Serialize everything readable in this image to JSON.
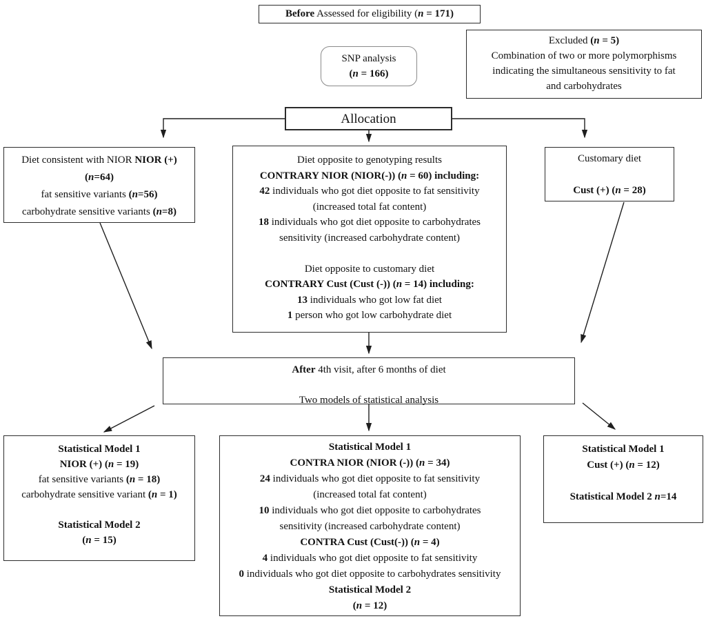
{
  "diagram": {
    "title": "Study flow diagram",
    "colors": {
      "border": "#2b2b2b",
      "snp_border": "#8a8a8a",
      "background": "#ffffff",
      "text": "#111111",
      "arrow": "#1f1f1f"
    },
    "boxes": {
      "before": {
        "lines": [
          [
            {
              "t": "Before",
              "b": 1
            },
            {
              "t": " Assessed for eligibility  ("
            },
            {
              "t": "n",
              "b": 1,
              "i": 1
            },
            {
              "t": " = 171)",
              "b": 1
            }
          ]
        ]
      },
      "snp": {
        "lines": [
          [
            {
              "t": "SNP analysis"
            }
          ],
          [
            {
              "t": "(",
              "b": 1
            },
            {
              "t": "n",
              "b": 1,
              "i": 1
            },
            {
              "t": " = 166)",
              "b": 1
            }
          ]
        ]
      },
      "excluded": {
        "lines": [
          [
            {
              "t": "Excluded "
            },
            {
              "t": "(",
              "b": 1
            },
            {
              "t": "n",
              "b": 1,
              "i": 1
            },
            {
              "t": " = 5)",
              "b": 1
            }
          ],
          [
            {
              "t": "Combination of two or more polymorphisms"
            }
          ],
          [
            {
              "t": "indicating the simultaneous sensitivity to fat"
            }
          ],
          [
            {
              "t": "and carbohydrates"
            }
          ]
        ]
      },
      "allocation": {
        "lines": [
          [
            {
              "t": "Allocation"
            }
          ]
        ]
      },
      "nior": {
        "lines": [
          [
            {
              "t": "Diet consistent with NIOR "
            },
            {
              "t": "NIOR (+)",
              "b": 1
            }
          ],
          [
            {
              "t": "(",
              "b": 1
            },
            {
              "t": "n",
              "b": 1,
              "i": 1
            },
            {
              "t": "=64)",
              "b": 1
            }
          ],
          [
            {
              "t": "fat sensitive variants  "
            },
            {
              "t": "(",
              "b": 1
            },
            {
              "t": "n",
              "b": 1,
              "i": 1
            },
            {
              "t": "=56)",
              "b": 1
            }
          ],
          [
            {
              "t": "carbohydrate sensitive variants  "
            },
            {
              "t": "(",
              "b": 1
            },
            {
              "t": "n",
              "b": 1,
              "i": 1
            },
            {
              "t": "=8)",
              "b": 1
            }
          ]
        ]
      },
      "contrary": {
        "lines": [
          [
            {
              "t": "Diet opposite to genotyping results"
            }
          ],
          [
            {
              "t": "CONTRARY NIOR (NIOR(-))  (",
              "b": 1
            },
            {
              "t": "n",
              "b": 1,
              "i": 1
            },
            {
              "t": " = 60) including:",
              "b": 1
            }
          ],
          [
            {
              "t": "42",
              "b": 1
            },
            {
              "t": " individuals who got diet opposite to fat sensitivity"
            }
          ],
          [
            {
              "t": "(increased total fat content)"
            }
          ],
          [
            {
              "t": "18",
              "b": 1
            },
            {
              "t": " individuals who got diet opposite to carbohydrates"
            }
          ],
          [
            {
              "t": "sensitivity (increased carbohydrate content)"
            }
          ],
          [],
          [
            {
              "t": "Diet opposite to customary diet"
            }
          ],
          [
            {
              "t": "CONTRARY Cust (Cust (-)) (",
              "b": 1
            },
            {
              "t": "n",
              "b": 1,
              "i": 1
            },
            {
              "t": " = 14) including:",
              "b": 1
            }
          ],
          [
            {
              "t": "13",
              "b": 1
            },
            {
              "t": " individuals who got low fat diet"
            }
          ],
          [
            {
              "t": "1",
              "b": 1
            },
            {
              "t": " person  who got low carbohydrate diet"
            }
          ]
        ]
      },
      "customary": {
        "lines": [
          [
            {
              "t": "Customary diet"
            }
          ],
          [],
          [
            {
              "t": "Cust (+)  (",
              "b": 1
            },
            {
              "t": "n",
              "b": 1,
              "i": 1
            },
            {
              "t": " = 28)",
              "b": 1
            }
          ]
        ]
      },
      "after": {
        "lines": [
          [
            {
              "t": "After",
              "b": 1
            },
            {
              "t": " 4th visit, after 6 months of diet"
            }
          ],
          [],
          [
            {
              "t": "Two models of statistical analysis"
            }
          ]
        ]
      },
      "model_left": {
        "lines": [
          [
            {
              "t": "Statistical Model 1",
              "b": 1
            }
          ],
          [
            {
              "t": "NIOR (+) (",
              "b": 1
            },
            {
              "t": "n",
              "b": 1,
              "i": 1
            },
            {
              "t": " = 19)",
              "b": 1
            }
          ],
          [
            {
              "t": "fat sensitive variants "
            },
            {
              "t": "(",
              "b": 1
            },
            {
              "t": "n",
              "b": 1,
              "i": 1
            },
            {
              "t": " = 18)",
              "b": 1
            }
          ],
          [
            {
              "t": "carbohydrate sensitive variant  "
            },
            {
              "t": "(",
              "b": 1
            },
            {
              "t": "n",
              "b": 1,
              "i": 1
            },
            {
              "t": " = 1)",
              "b": 1
            }
          ],
          [],
          [
            {
              "t": "Statistical Model 2",
              "b": 1
            }
          ],
          [
            {
              "t": "(",
              "b": 1
            },
            {
              "t": "n",
              "b": 1,
              "i": 1
            },
            {
              "t": " = 15)",
              "b": 1
            }
          ]
        ]
      },
      "model_middle": {
        "lines": [
          [
            {
              "t": "Statistical Model 1",
              "b": 1
            }
          ],
          [
            {
              "t": "CONTRA NIOR (NIOR (-)) (",
              "b": 1
            },
            {
              "t": "n",
              "b": 1,
              "i": 1
            },
            {
              "t": " = 34)",
              "b": 1
            }
          ],
          [
            {
              "t": "24",
              "b": 1
            },
            {
              "t": " individuals who got diet opposite to fat sensitivity"
            }
          ],
          [
            {
              "t": "(increased total fat content)"
            }
          ],
          [
            {
              "t": "10",
              "b": 1
            },
            {
              "t": " individuals who got diet opposite to carbohydrates"
            }
          ],
          [
            {
              "t": "sensitivity (increased carbohydrate content)"
            }
          ],
          [
            {
              "t": "CONTRA Cust (Cust(-)) (",
              "b": 1
            },
            {
              "t": "n",
              "b": 1,
              "i": 1
            },
            {
              "t": " = 4)",
              "b": 1
            }
          ],
          [
            {
              "t": "4",
              "b": 1
            },
            {
              "t": " individuals who got diet opposite to fat sensitivity"
            }
          ],
          [
            {
              "t": "0",
              "b": 1
            },
            {
              "t": " individuals who got diet opposite to carbohydrates sensitivity"
            }
          ],
          [
            {
              "t": "Statistical Model 2",
              "b": 1
            }
          ],
          [
            {
              "t": "(",
              "b": 1
            },
            {
              "t": "n",
              "b": 1,
              "i": 1
            },
            {
              "t": " = 12)",
              "b": 1
            }
          ]
        ]
      },
      "model_right": {
        "lines": [
          [
            {
              "t": "Statistical Model 1",
              "b": 1
            }
          ],
          [
            {
              "t": "Cust (+)  (",
              "b": 1
            },
            {
              "t": "n",
              "b": 1,
              "i": 1
            },
            {
              "t": " = 12)",
              "b": 1
            }
          ],
          [],
          [
            {
              "t": "Statistical Model 2 ",
              "b": 1
            },
            {
              "t": "n",
              "b": 1,
              "i": 1
            },
            {
              "t": "=14",
              "b": 1
            }
          ]
        ]
      }
    }
  }
}
